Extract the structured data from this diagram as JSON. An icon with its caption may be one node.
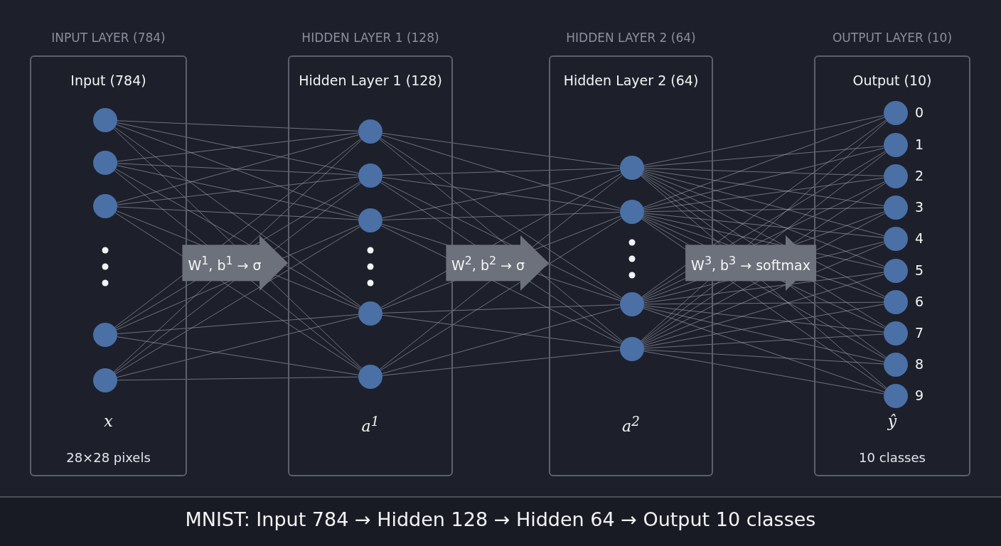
{
  "diagram": {
    "caption": "MNIST: Input 784 → Hidden 128 → Hidden 64 → Output 10 classes",
    "nodes": [
      {
        "text": [
          "INPUT LAYER (784)",
          "Input (784)",
          "x",
          "28×28 pixels"
        ]
      },
      {
        "text": [
          "HIDDEN LAYER 1 (128)",
          "Hidden Layer 1 (128)",
          "*a*$^{1}$"
        ]
      },
      {
        "text": [
          "HIDDEN LAYER 2 (64)",
          "Hidden Layer 2 (64)",
          "*a*$^{2}$"
        ]
      },
      {
        "text": [
          "OUTPUT LAYER (10)",
          "Output (10)",
          "ŷ",
          "10 classes"
        ]
      },
      {
        "text": [],
        "shape": "circle",
        "in": 0
      },
      {
        "text": [],
        "shape": "circle",
        "in": 0
      },
      {
        "text": [],
        "shape": "circle",
        "in": 0
      },
      {
        "text": [],
        "shape": "circle",
        "in": 0
      },
      {
        "text": [],
        "shape": "circle",
        "in": 0
      },
      {
        "text": [],
        "shape": "circle",
        "in": 1
      },
      {
        "text": [],
        "shape": "circle",
        "in": 1
      },
      {
        "text": [],
        "shape": "circle",
        "in": 1
      },
      {
        "text": [],
        "shape": "circle",
        "in": 1
      },
      {
        "text": [],
        "shape": "circle",
        "in": 1
      },
      {
        "text": [],
        "shape": "circle",
        "in": 2
      },
      {
        "text": [],
        "shape": "circle",
        "in": 2
      },
      {
        "text": [],
        "shape": "circle",
        "in": 2
      },
      {
        "text": [],
        "shape": "circle",
        "in": 2
      },
      {
        "text": [],
        "shape": "circle",
        "in": 3,
        "beside": [
          "0"
        ]
      },
      {
        "text": [],
        "shape": "circle",
        "in": 3,
        "beside": [
          "1"
        ]
      },
      {
        "text": [],
        "shape": "circle",
        "in": 3,
        "beside": [
          "2"
        ]
      },
      {
        "text": [],
        "shape": "circle",
        "in": 3,
        "beside": [
          "3"
        ]
      },
      {
        "text": [],
        "shape": "circle",
        "in": 3,
        "beside": [
          "4"
        ]
      },
      {
        "text": [],
        "shape": "circle",
        "in": 3,
        "beside": [
          "5"
        ]
      },
      {
        "text": [],
        "shape": "circle",
        "in": 3,
        "beside": [
          "6"
        ]
      },
      {
        "text": [],
        "shape": "circle",
        "in": 3,
        "beside": [
          "7"
        ]
      },
      {
        "text": [],
        "shape": "circle",
        "in": 3,
        "beside": [
          "8"
        ]
      },
      {
        "text": [],
        "shape": "circle",
        "in": 3,
        "beside": [
          "9"
        ]
      }
    ],
    "edges": [
      {
        "from": 0,
        "to": 1,
        "arrow": "to",
        "label": "W$^{1}$, b$^{1}$ → σ",
        "style": "thick"
      },
      {
        "from": 1,
        "to": 2,
        "arrow": "to",
        "label": "W$^{2}$, b$^{2}$ → σ",
        "style": "thick"
      },
      {
        "from": 2,
        "to": 3,
        "arrow": "to",
        "label": "W$^{3}$, b$^{3}$ → softmax",
        "style": "thick"
      },
      {
        "from": 4,
        "to": 9,
        "arrow": "none"
      },
      {
        "from": 4,
        "to": 10,
        "arrow": "none"
      },
      {
        "from": 4,
        "to": 11,
        "arrow": "none"
      },
      {
        "from": 4,
        "to": 12,
        "arrow": "none"
      },
      {
        "from": 4,
        "to": 13,
        "arrow": "none"
      },
      {
        "from": 5,
        "to": 9,
        "arrow": "none"
      },
      {
        "from": 5,
        "to": 10,
        "arrow": "none"
      },
      {
        "from": 5,
        "to": 11,
        "arrow": "none"
      },
      {
        "from": 5,
        "to": 12,
        "arrow": "none"
      },
      {
        "from": 5,
        "to": 13,
        "arrow": "none"
      },
      {
        "from": 6,
        "to": 9,
        "arrow": "none"
      },
      {
        "from": 6,
        "to": 10,
        "arrow": "none"
      },
      {
        "from": 6,
        "to": 11,
        "arrow": "none"
      },
      {
        "from": 6,
        "to": 12,
        "arrow": "none"
      },
      {
        "from": 6,
        "to": 13,
        "arrow": "none"
      },
      {
        "from": 7,
        "to": 9,
        "arrow": "none"
      },
      {
        "from": 7,
        "to": 10,
        "arrow": "none"
      },
      {
        "from": 7,
        "to": 11,
        "arrow": "none"
      },
      {
        "from": 7,
        "to": 12,
        "arrow": "none"
      },
      {
        "from": 7,
        "to": 13,
        "arrow": "none"
      },
      {
        "from": 8,
        "to": 9,
        "arrow": "none"
      },
      {
        "from": 8,
        "to": 10,
        "arrow": "none"
      },
      {
        "from": 8,
        "to": 11,
        "arrow": "none"
      },
      {
        "from": 8,
        "to": 12,
        "arrow": "none"
      },
      {
        "from": 8,
        "to": 13,
        "arrow": "none"
      },
      {
        "from": 9,
        "to": 14,
        "arrow": "none"
      },
      {
        "from": 9,
        "to": 15,
        "arrow": "none"
      },
      {
        "from": 9,
        "to": 16,
        "arrow": "none"
      },
      {
        "from": 9,
        "to": 17,
        "arrow": "none"
      },
      {
        "from": 10,
        "to": 14,
        "arrow": "none"
      },
      {
        "from": 10,
        "to": 15,
        "arrow": "none"
      },
      {
        "from": 10,
        "to": 16,
        "arrow": "none"
      },
      {
        "from": 10,
        "to": 17,
        "arrow": "none"
      },
      {
        "from": 11,
        "to": 14,
        "arrow": "none"
      },
      {
        "from": 11,
        "to": 15,
        "arrow": "none"
      },
      {
        "from": 11,
        "to": 16,
        "arrow": "none"
      },
      {
        "from": 11,
        "to": 17,
        "arrow": "none"
      },
      {
        "from": 12,
        "to": 14,
        "arrow": "none"
      },
      {
        "from": 12,
        "to": 15,
        "arrow": "none"
      },
      {
        "from": 12,
        "to": 16,
        "arrow": "none"
      },
      {
        "from": 12,
        "to": 17,
        "arrow": "none"
      },
      {
        "from": 13,
        "to": 14,
        "arrow": "none"
      },
      {
        "from": 13,
        "to": 15,
        "arrow": "none"
      },
      {
        "from": 13,
        "to": 16,
        "arrow": "none"
      },
      {
        "from": 13,
        "to": 17,
        "arrow": "none"
      },
      {
        "from": 14,
        "to": 18,
        "arrow": "none"
      },
      {
        "from": 14,
        "to": 19,
        "arrow": "none"
      },
      {
        "from": 14,
        "to": 20,
        "arrow": "none"
      },
      {
        "from": 14,
        "to": 21,
        "arrow": "none"
      },
      {
        "from": 14,
        "to": 22,
        "arrow": "none"
      },
      {
        "from": 14,
        "to": 23,
        "arrow": "none"
      },
      {
        "from": 14,
        "to": 24,
        "arrow": "none"
      },
      {
        "from": 14,
        "to": 25,
        "arrow": "none"
      },
      {
        "from": 14,
        "to": 26,
        "arrow": "none"
      },
      {
        "from": 14,
        "to": 27,
        "arrow": "none"
      },
      {
        "from": 15,
        "to": 18,
        "arrow": "none"
      },
      {
        "from": 15,
        "to": 19,
        "arrow": "none"
      },
      {
        "from": 15,
        "to": 20,
        "arrow": "none"
      },
      {
        "from": 15,
        "to": 21,
        "arrow": "none"
      },
      {
        "from": 15,
        "to": 22,
        "arrow": "none"
      },
      {
        "from": 15,
        "to": 23,
        "arrow": "none"
      },
      {
        "from": 15,
        "to": 24,
        "arrow": "none"
      },
      {
        "from": 15,
        "to": 25,
        "arrow": "none"
      },
      {
        "from": 15,
        "to": 26,
        "arrow": "none"
      },
      {
        "from": 15,
        "to": 27,
        "arrow": "none"
      },
      {
        "from": 16,
        "to": 18,
        "arrow": "none"
      },
      {
        "from": 16,
        "to": 19,
        "arrow": "none"
      },
      {
        "from": 16,
        "to": 20,
        "arrow": "none"
      },
      {
        "from": 16,
        "to": 21,
        "arrow": "none"
      },
      {
        "from": 16,
        "to": 22,
        "arrow": "none"
      },
      {
        "from": 16,
        "to": 23,
        "arrow": "none"
      },
      {
        "from": 16,
        "to": 24,
        "arrow": "none"
      },
      {
        "from": 16,
        "to": 25,
        "arrow": "none"
      },
      {
        "from": 16,
        "to": 26,
        "arrow": "none"
      },
      {
        "from": 16,
        "to": 27,
        "arrow": "none"
      },
      {
        "from": 17,
        "to": 18,
        "arrow": "none"
      },
      {
        "from": 17,
        "to": 19,
        "arrow": "none"
      },
      {
        "from": 17,
        "to": 20,
        "arrow": "none"
      },
      {
        "from": 17,
        "to": 21,
        "arrow": "none"
      },
      {
        "from": 17,
        "to": 22,
        "arrow": "none"
      },
      {
        "from": 17,
        "to": 23,
        "arrow": "none"
      },
      {
        "from": 17,
        "to": 24,
        "arrow": "none"
      },
      {
        "from": 17,
        "to": 25,
        "arrow": "none"
      },
      {
        "from": 17,
        "to": 26,
        "arrow": "none"
      },
      {
        "from": 17,
        "to": 27,
        "arrow": "none"
      }
    ]
  }
}
